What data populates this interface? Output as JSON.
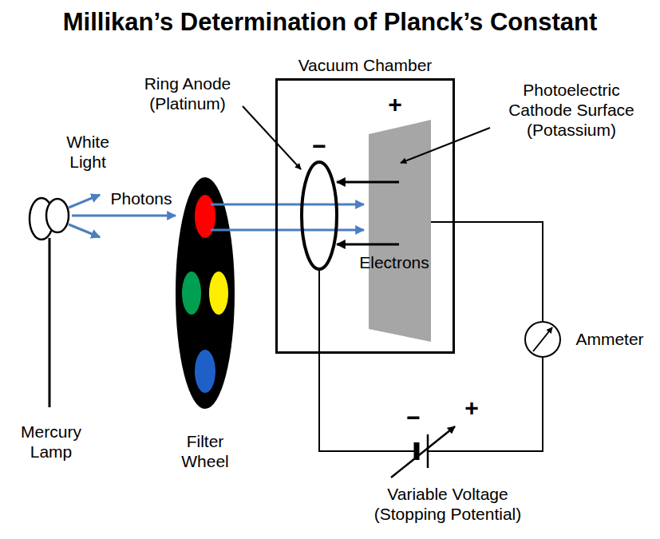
{
  "diagram": {
    "title": "Millikan’s Determination of Planck’s Constant",
    "nodes": [
      {
        "text": [
          "Vacuum Chamber"
        ]
      }
    ],
    "labels": [
      "White Light",
      "Photons",
      "Ring Anode (Platinum)",
      "−",
      "+",
      "Photoelectric Cathode Surface (Potassium)",
      "Electrons",
      "Ammeter",
      "Mercury Lamp",
      "Filter Wheel",
      "−",
      "+",
      "Variable Voltage (Stopping Potential)"
    ]
  }
}
